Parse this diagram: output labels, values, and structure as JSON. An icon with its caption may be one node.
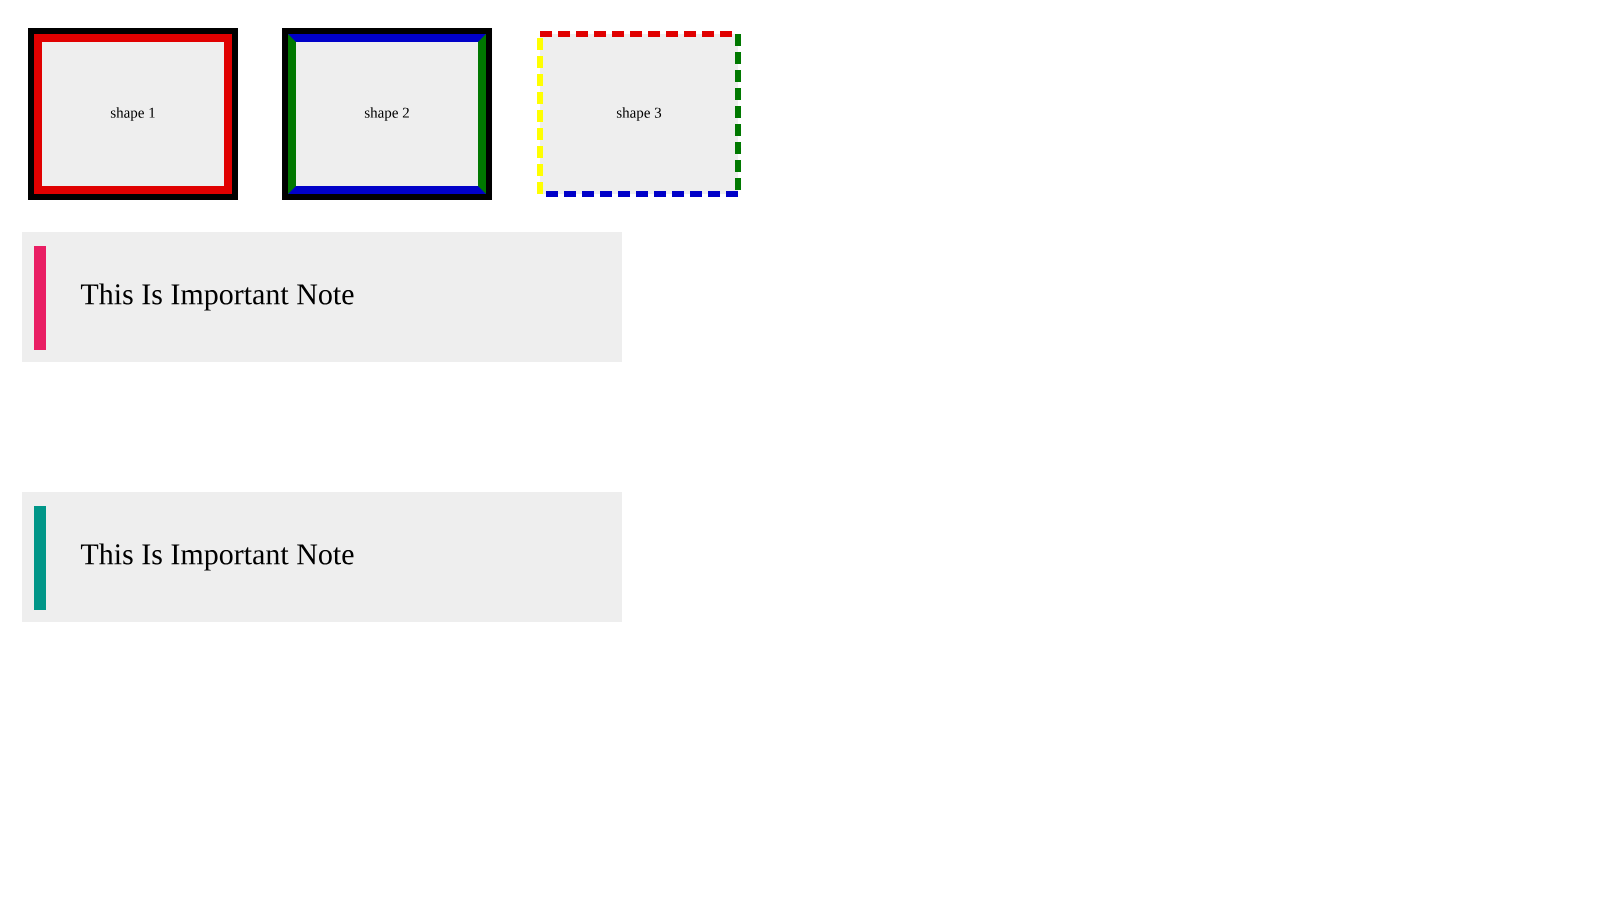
{
  "diagram": {
    "nodes": [
      {
        "text": [
          "shape 1"
        ]
      },
      {
        "text": [
          "shape 2"
        ]
      },
      {
        "text": [
          "shape 3"
        ]
      },
      {
        "text": [
          "This Is Important Note"
        ]
      },
      {
        "text": [
          "This Is Important Note"
        ]
      }
    ]
  }
}
